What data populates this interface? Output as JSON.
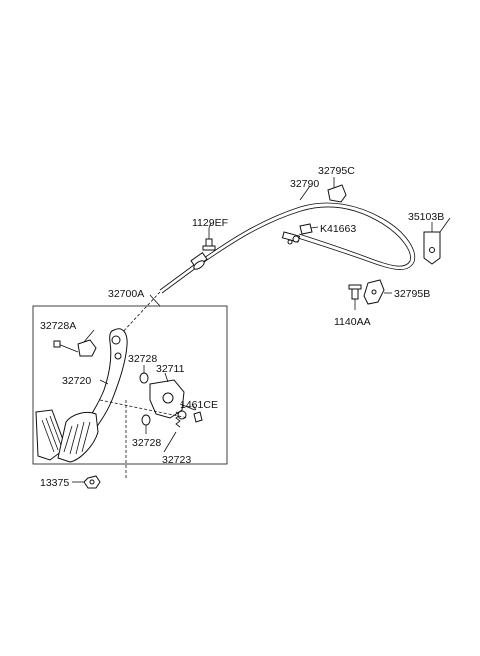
{
  "labels": {
    "p32795C": "32795C",
    "p32790": "32790",
    "p1129EF": "1129EF",
    "p35103B": "35103B",
    "pK41663": "K41663",
    "p32700A": "32700A",
    "p32795B": "32795B",
    "p1140AA": "1140AA",
    "p32728A": "32728A",
    "p32728_top": "32728",
    "p32711": "32711",
    "p32720": "32720",
    "p1461CE": "1461CE",
    "p32728_bot": "32728",
    "p32723": "32723",
    "p13375": "13375"
  }
}
